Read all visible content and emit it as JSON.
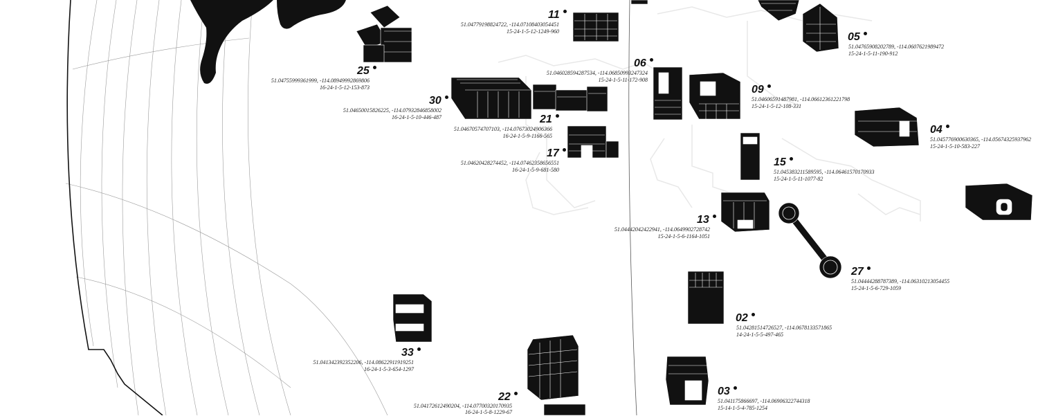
{
  "colors": {
    "ink": "#111111",
    "ghost": "#e6e6e6",
    "grid": "#999999"
  },
  "sites": [
    {
      "number": "11",
      "coords": "51.04779198824722, -114.07108403054451",
      "code": "15-24-1-5-12-1249-960",
      "icon": "building-icon"
    },
    {
      "number": "25",
      "coords": "51.04755999361999, -114.08949992869806",
      "code": "16-24-1-5-12-153-873",
      "icon": "building-icon"
    },
    {
      "number": "05",
      "coords": "51.04765908202789, -114.0607621989472",
      "code": "15-24-1-5-11-190-912",
      "icon": "building-icon"
    },
    {
      "number": "06",
      "coords": "51.04602859428753​4, -114.06850993247324",
      "code": "15-24-1-5-11-172-908",
      "icon": "building-icon"
    },
    {
      "number": "09",
      "coords": "51.04606591487981, -114.06612361221798",
      "code": "15-24-1-5-12-108-331",
      "icon": "building-icon"
    },
    {
      "number": "30",
      "coords": "51.04650015826225, -114.07932846858002",
      "code": "16-24-1-5-10-446-487",
      "icon": "building-icon"
    },
    {
      "number": "21",
      "coords": "51.04670574707103, -114.07673024906366",
      "code": "16-24-1-5-9-1166-565",
      "icon": "building-icon"
    },
    {
      "number": "04",
      "coords": "51.045776900630365, -114.05674325937962",
      "code": "15-24-1-5-10-583-227",
      "icon": "building-icon"
    },
    {
      "number": "17",
      "coords": "51.04620428274452, -114.07462358656551",
      "code": "16-24-1-5-9-681-580",
      "icon": "building-icon"
    },
    {
      "number": "15",
      "coords": "51.045383211589595, -114.06461570170933",
      "code": "15-24-1-5-11-1077-82",
      "icon": "building-icon"
    },
    {
      "number": "13",
      "coords": "51.04442042422941, -114.06499027287​42",
      "code": "15-24-1-5-6-1164-1051",
      "icon": "building-icon"
    },
    {
      "number": "27",
      "coords": "51.04444288787389, -114.06310213054455",
      "code": "15-24-1-5-6-729-1059",
      "icon": "tower-icon"
    },
    {
      "number": "02",
      "coords": "51.04281514726527, -114.0678133571865",
      "code": "14-24-1-5-5-497-465",
      "icon": "building-icon"
    },
    {
      "number": "33",
      "coords": "51.04134239235220​6, -114.08622911919251",
      "code": "16-24-1-5-3-654-1297",
      "icon": "building-icon"
    },
    {
      "number": "03",
      "coords": "51.041175866697, -114.06906322744318",
      "code": "15-14-1-5-4-785-1254",
      "icon": "building-icon"
    },
    {
      "number": "22",
      "coords": "51.04172612490204, -114.07700320170935",
      "code": "16-24-1-5-8-1229-67",
      "icon": "building-icon"
    }
  ]
}
